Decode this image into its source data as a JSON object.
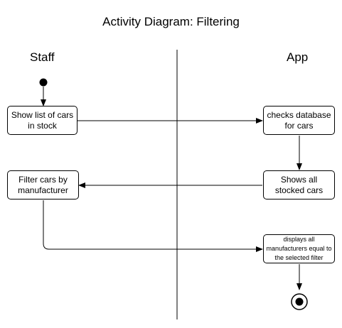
{
  "title": "Activity Diagram: Filtering",
  "lanes": {
    "left": "Staff",
    "right": "App"
  },
  "nodes": {
    "show_list": "Show list of cars in stock",
    "checks_db": "checks database for cars",
    "shows_all": "Shows all stocked cars",
    "filter": "Filter cars by manufacturer",
    "displays": "displays all manufacturers equal to the selected filter"
  },
  "colors": {
    "stroke": "#000000",
    "fill": "#ffffff"
  }
}
